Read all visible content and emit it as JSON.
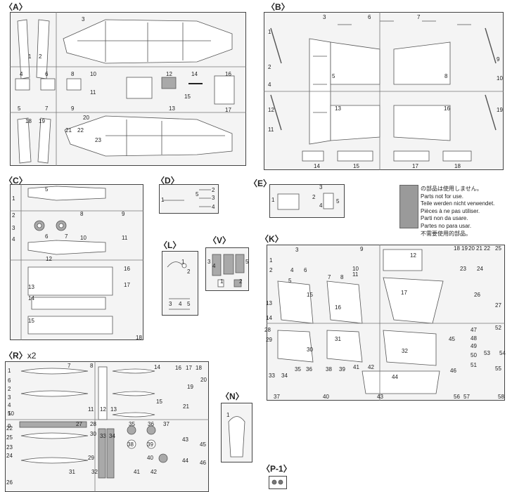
{
  "notice": {
    "lines": [
      "の部品は使用しません。",
      "Parts not for use.",
      "Teile werden nicht verwendet.",
      "Pièces à ne pas utiliser.",
      "Parti non da usare.",
      "Partes no para usar.",
      "不需要使用的部品。"
    ],
    "swatch_color": "#9a9a9a"
  },
  "sprues": {
    "A": {
      "label": "A",
      "numbers": [
        "1",
        "2",
        "3",
        "4",
        "5",
        "6",
        "7",
        "8",
        "9",
        "10",
        "11",
        "12",
        "13",
        "14",
        "15",
        "16",
        "17",
        "18",
        "19",
        "20",
        "21",
        "22",
        "23"
      ]
    },
    "B": {
      "label": "B",
      "numbers": [
        "1",
        "2",
        "3",
        "4",
        "5",
        "6",
        "7",
        "8",
        "9",
        "10",
        "11",
        "12",
        "13",
        "14",
        "15",
        "16",
        "17",
        "18",
        "19"
      ]
    },
    "C": {
      "label": "C",
      "numbers": [
        "1",
        "2",
        "3",
        "4",
        "5",
        "6",
        "7",
        "8",
        "9",
        "10",
        "11",
        "12",
        "13",
        "14",
        "15",
        "16",
        "17",
        "18"
      ]
    },
    "D": {
      "label": "D",
      "numbers": [
        "1",
        "2",
        "3",
        "4",
        "5"
      ]
    },
    "E": {
      "label": "E",
      "numbers": [
        "1",
        "2",
        "3",
        "4",
        "5"
      ]
    },
    "L": {
      "label": "L",
      "numbers": [
        "1",
        "2",
        "3",
        "4",
        "5"
      ]
    },
    "V": {
      "label": "V",
      "numbers": [
        "1",
        "2",
        "3",
        "4",
        "5"
      ]
    },
    "K": {
      "label": "K",
      "numbers": [
        "1",
        "2",
        "3",
        "4",
        "5",
        "6",
        "7",
        "8",
        "9",
        "10",
        "11",
        "12",
        "13",
        "14",
        "15",
        "16",
        "17",
        "18",
        "19",
        "20",
        "21",
        "22",
        "23",
        "24",
        "25",
        "26",
        "27",
        "28",
        "29",
        "30",
        "31",
        "32",
        "33",
        "34",
        "35",
        "36",
        "37",
        "38",
        "39",
        "40",
        "41",
        "42",
        "43",
        "44",
        "45",
        "46",
        "47",
        "48",
        "49",
        "50",
        "51",
        "52",
        "53",
        "54",
        "55",
        "56",
        "57",
        "58"
      ]
    },
    "R": {
      "label": "R",
      "multiplier": "x2",
      "numbers": [
        "1",
        "2",
        "3",
        "4",
        "5",
        "6",
        "7",
        "8",
        "9",
        "10",
        "11",
        "12",
        "13",
        "14",
        "15",
        "16",
        "17",
        "18",
        "19",
        "20",
        "21",
        "22",
        "23",
        "24",
        "25",
        "26",
        "27",
        "28",
        "29",
        "30",
        "31",
        "32",
        "33",
        "34",
        "35",
        "36",
        "37",
        "38",
        "39",
        "40",
        "41",
        "42",
        "43",
        "44",
        "45",
        "46"
      ]
    },
    "N": {
      "label": "N",
      "numbers": [
        "1"
      ]
    },
    "P1": {
      "label": "P-1",
      "numbers": []
    }
  }
}
